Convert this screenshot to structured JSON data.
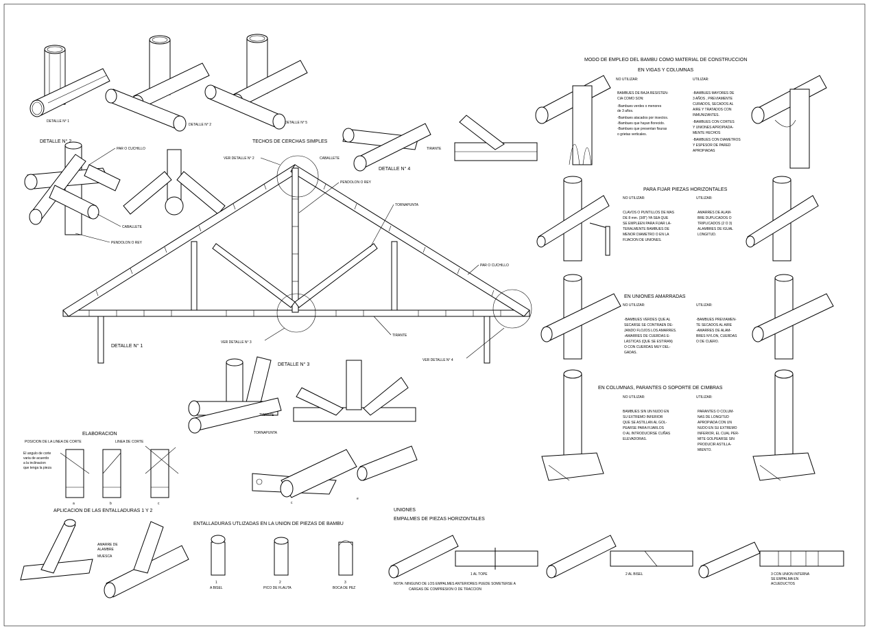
{
  "labels": {
    "detalle1_a": "DETALLE N° 1",
    "detalle1_b": "DETALLE N° 2",
    "detalle1_c": "DETALLE N° 5",
    "detalle2": "DETALLE N° 2",
    "par_cuchillo": "PAR O CUCHILLO",
    "caballete": "CABALLETE",
    "pendolon_rey": "PENDOLON O REY",
    "techos_title": "TECHOS DE CERCHAS SIMPLES",
    "ver_detalle2": "VER DETALLE N° 2",
    "caballete2": "CABALLETE",
    "pendolon2": "PENDOLON O REY",
    "tornapunta": "TORNAPUNTA",
    "par_cuchillo2": "PAR O CUCHILLO",
    "detalle1_truss": "DETALLE N° 1",
    "ver_detalle3": "VER DETALLE N° 3",
    "tirante_truss": "TIRANTE",
    "ver_detalle4": "VER DETALLE N° 4",
    "detalle4": "DETALLE N° 4",
    "tirante4": "TIRANTE",
    "detalle3": "DETALLE N° 3",
    "tirante3": "TIRANTE",
    "tornapunta3": "TORNAPUNTA",
    "elaboracion": "ELABORACION",
    "posicion_linea": "POSICION DE LA LINEA DE CORTE",
    "linea_corte": "LINEA DE CORTE",
    "angulo_note": [
      "El angulo de corte",
      "varia de acuerdo",
      "a la inclinacion",
      "que tenga la pieza"
    ],
    "aplicacion": "APLICACION DE LAS ENTALLADURAS 1 Y 2",
    "amarre": [
      "AMARRE DE",
      "ALAMBRE"
    ],
    "muesca": "MUESCA",
    "entalladuras": "ENTALLADURAS UTLIZADAS EN LA UNION DE PIEZAS DE BAMBU",
    "bisel_num": "1",
    "bisel": "A BISEL",
    "flauta_num": "2",
    "flauta": "PICO DE FLAUTA",
    "pez_num": "3",
    "pez": "BOCA DE PEZ",
    "uniones": "UNIONES",
    "empalmes": "EMPALMES DE PIEZAS HORIZONTALES",
    "al_tope": "1 AL TOPE",
    "al_bisel": "2 AL BISEL",
    "union_interna": [
      "3 CON UNION INTERNA",
      "SE EMPALMA EN",
      "ACUEDUCTOS"
    ],
    "nota": [
      "NOTA: NINGUNO DE LOS EMPALMES ANTERIORES PUEDE SOMETERSE A",
      "CARGAS DE COMPRESION O DE TRACCION"
    ],
    "cut_a": "a",
    "cut_b": "b",
    "cut_c": "c",
    "ent_c": "c",
    "ent_e": "e"
  },
  "modo": {
    "title": "MODO DE EMPLEO DEL BAMBU COMO MATERIAL DE CONSTRUCCION",
    "vigas_title": "EN VIGAS Y COLUMNAS",
    "no_utilizar": "NO UTILIZAR:",
    "utilizar": "UTILIZAR:",
    "vigas_no": [
      "BAMBUES DE BAJA RESISTEN-",
      "CIA COMO SON:",
      "-Bambues verdes o menores",
      " de 3 años.",
      "-Bambues atacados por insectos.",
      "-Bambues que hayan florecido.",
      "-Bambues que presentan fisuras",
      " o grietas verticales."
    ],
    "vigas_si": [
      "-BAMBUES MAYORES DE",
      " 3 AÑOS , PREVIAMENTE",
      " CURADOS, SECADOS AL",
      " AIRE Y TRATADOS CON",
      " INMUNIZANTES.",
      "-BAMBUES CON CORTES",
      " Y UNIONES APROPIADA-",
      " MENTE HECHOS",
      "-BAMBUES CON DIAMETROS",
      " Y ESPESOR DE PARED",
      " APROPIADAS"
    ],
    "fijar_title": "PARA FIJAR PIEZAS HORIZONTALES",
    "fijar_no": [
      "CLAVOS O PUNTILLOS DE MAS",
      "DE 8 mm. (3/8\") YA SEA QUE",
      "SE EMPLEEN PARA FIJAR LA-",
      "TERALMENTE BAMBUES DE",
      "MENOR DIAMETRO O EN LA",
      "FIJACION DE UNIONES."
    ],
    "fijar_si": [
      "AMARRES DE ALAM-",
      "BRE DUPLICADOS O",
      "TRIPLICADOS (2 O 3)",
      "ALAMBRES DE IGUAL",
      "LONGITUD."
    ],
    "amarradas_title": "EN UNIONES AMARRADAS",
    "amarradas_no": [
      "-BAMBUES VERDES QUE AL",
      " SECARSE SE CONTRAEN DE-",
      " JANDO FLOJOS LOS AMARRES.",
      "-AMARRES DE CUERDAS E-",
      " LASTICAS (QUE SE ESTIRAN)",
      " O CON CUERDAS MUY DEL-",
      " GADAS."
    ],
    "amarradas_si": [
      "-BAMBUES PREVIAMEN-",
      " TE SECADOS AL AIRE",
      "-AMARRES DE ALAM-",
      " BRES NYLON, CUERDAS",
      " O DE CUERO."
    ],
    "columnas_title": "EN COLUMNAS, PARANTES O SOPORTE DE CIMBRAS",
    "columnas_no": [
      "BAMBUES SIN UN NUDO EN",
      "SU EXTREMO INFERIOR",
      "QUE SE ASTILLAN AL GOL-",
      "PEARSE PARA FIJARLOS",
      "O AL INTRODUCIRSE CUÑAS",
      "ELEVADORAS."
    ],
    "columnas_si": [
      "PARANTES O COLUM-",
      "NAS DE LONGITUD",
      "APROPIADA CON UN",
      "NUDO EN SU EXTREMO",
      "INFERIOR, EL CUAL PER-",
      "MITE GOLPEARSE SIN",
      "PRODUCIR ASTILLA-",
      "MIENTO."
    ]
  }
}
